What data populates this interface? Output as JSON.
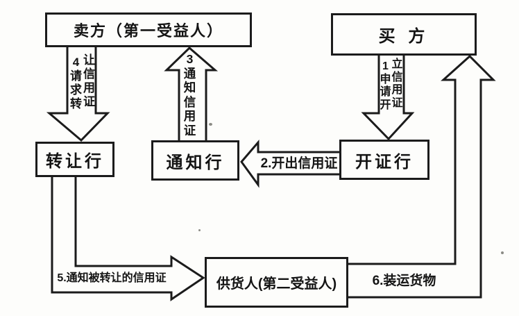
{
  "colors": {
    "ink": "#1b1b1b",
    "paper": "#fdfdfb"
  },
  "diagram": {
    "nodes": {
      "seller": {
        "label": "卖方（第一受益人）"
      },
      "buyer": {
        "label": "买 方"
      },
      "transfer_bank": {
        "label": "转让行"
      },
      "advising_bank": {
        "label": "通知行"
      },
      "issuing_bank": {
        "label": "开证行"
      },
      "supplier": {
        "label": "供货人(第二受益人)"
      }
    },
    "flows": {
      "apply": {
        "label": "1.申请开立信用证",
        "col1": "1申请开",
        "col2": "立信用证",
        "from": "买方",
        "to": "开证行"
      },
      "issue": {
        "label": "2.开出信用证",
        "from": "开证行",
        "to": "通知行"
      },
      "advise": {
        "label": "3.通知信用证",
        "vertical": "3通知信用证",
        "from": "通知行",
        "to": "卖方（第一受益人）"
      },
      "request_transfer": {
        "label": "4.请求转让信用证",
        "col1": "4请求转",
        "col2": "让信用证",
        "from": "卖方（第一受益人）",
        "to": "转让行"
      },
      "advise_transferred": {
        "label": "5.通知被转让的信用证",
        "from": "转让行",
        "to": "供货人(第二受益人)"
      },
      "ship_goods": {
        "label": "6.装运货物",
        "from": "供货人(第二受益人)",
        "to": "买方"
      }
    }
  }
}
